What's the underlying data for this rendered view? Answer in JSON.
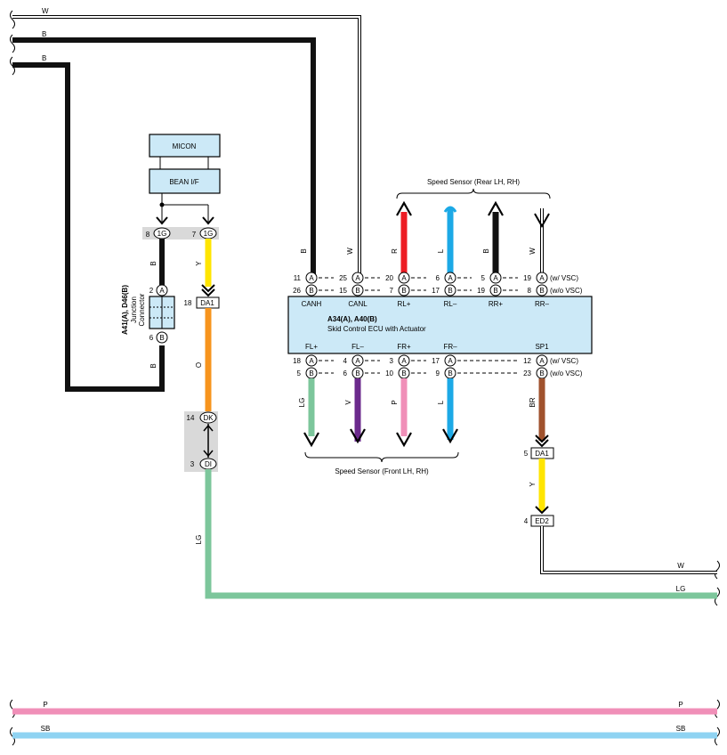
{
  "wires": {
    "top_w": "W",
    "top_b1": "B",
    "top_b2": "B",
    "canh": "B",
    "canl": "W",
    "rl_plus": "R",
    "rl_minus": "L",
    "rr_plus": "B",
    "rr_minus": "W",
    "jc_top": "B",
    "jc_bottom": "B",
    "y1": "Y",
    "o": "O",
    "lg_vert": "LG",
    "fl_plus": "LG",
    "fl_minus": "V",
    "fr_plus": "P",
    "fr_minus": "L",
    "sp1": "BR",
    "y2": "Y",
    "right_w": "W",
    "right_lg": "LG",
    "bottom_p_left": "P",
    "bottom_p_right": "P",
    "bottom_sb_left": "SB",
    "bottom_sb_right": "SB"
  },
  "colors": {
    "B": "#111111",
    "W": "#ffffff",
    "R": "#ed1c24",
    "L": "#1ca9e6",
    "Y": "#ffe500",
    "O": "#f7941d",
    "LG": "#7cc69b",
    "V": "#6b2a8c",
    "P": "#f08fb8",
    "BR": "#a0522d",
    "SB": "#8fd3f2",
    "box_fill": "#cce9f7",
    "shade": "#d9d9d9"
  },
  "modules": {
    "micon": "MICON",
    "bean": "BEAN I/F"
  },
  "junction_connector": {
    "label_line1": "A41(A),  D46(B)",
    "label_line2": "Junction",
    "label_line3": "Connector",
    "pin_top_num": "2",
    "pin_top": "A",
    "pin_bottom_num": "6",
    "pin_bottom": "B"
  },
  "connectors": {
    "c1g_left_num": "8",
    "c1g_left": "1G",
    "c1g_right_num": "7",
    "c1g_right": "1G",
    "da1_left_num": "18",
    "da1_left": "DA1",
    "dk_num": "14",
    "dk": "DK",
    "di_num": "3",
    "di": "DI",
    "da1_right_num": "5",
    "da1_right": "DA1",
    "ed2_num": "4",
    "ed2": "ED2"
  },
  "ecu": {
    "title": "A34(A),  A40(B)",
    "subtitle": "Skid Control ECU with Actuator",
    "top_terminals": [
      "CANH",
      "CANL",
      "RL+",
      "RL–",
      "RR+",
      "RR–"
    ],
    "bottom_terminals": [
      "FL+",
      "FL–",
      "FR+",
      "FR–",
      "SP1"
    ],
    "top_row_a_nums": [
      "11",
      "25",
      "20",
      "6",
      "5",
      "19"
    ],
    "top_row_b_nums": [
      "26",
      "15",
      "7",
      "17",
      "19",
      "8"
    ],
    "bottom_row_a_nums": [
      "18",
      "4",
      "3",
      "17",
      "12"
    ],
    "bottom_row_b_nums": [
      "5",
      "6",
      "10",
      "9",
      "23"
    ],
    "pin_a": "A",
    "pin_b": "B",
    "note_vsc": "(w/ VSC)",
    "note_no_vsc": "(w/o VSC)"
  },
  "sensors": {
    "rear": "Speed Sensor (Rear LH,  RH)",
    "front": "Speed Sensor (Front LH,  RH)"
  }
}
